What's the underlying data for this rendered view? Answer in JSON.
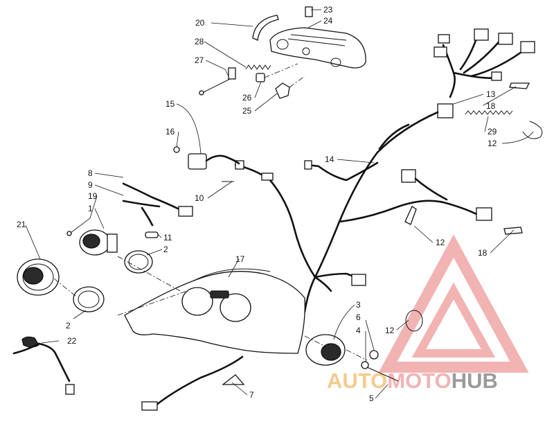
{
  "callouts": [
    {
      "id": "c20",
      "label": "20"
    },
    {
      "id": "c23",
      "label": "23"
    },
    {
      "id": "c24",
      "label": "24"
    },
    {
      "id": "c28",
      "label": "28"
    },
    {
      "id": "c27",
      "label": "27"
    },
    {
      "id": "c26",
      "label": "26"
    },
    {
      "id": "c25",
      "label": "25"
    },
    {
      "id": "c13",
      "label": "13"
    },
    {
      "id": "c18a",
      "label": "18"
    },
    {
      "id": "c29",
      "label": "29"
    },
    {
      "id": "c12a",
      "label": "12"
    },
    {
      "id": "c15",
      "label": "15"
    },
    {
      "id": "c16",
      "label": "16"
    },
    {
      "id": "c14",
      "label": "14"
    },
    {
      "id": "c10",
      "label": "10"
    },
    {
      "id": "c8",
      "label": "8"
    },
    {
      "id": "c9",
      "label": "9"
    },
    {
      "id": "c19",
      "label": "19"
    },
    {
      "id": "c1",
      "label": "1"
    },
    {
      "id": "c11",
      "label": "11"
    },
    {
      "id": "c2a",
      "label": "2"
    },
    {
      "id": "c21",
      "label": "21"
    },
    {
      "id": "c12b",
      "label": "12"
    },
    {
      "id": "c18b",
      "label": "18"
    },
    {
      "id": "c17",
      "label": "17"
    },
    {
      "id": "c3",
      "label": "3"
    },
    {
      "id": "c6",
      "label": "6"
    },
    {
      "id": "c4",
      "label": "4"
    },
    {
      "id": "c12c",
      "label": "12"
    },
    {
      "id": "c2b",
      "label": "2"
    },
    {
      "id": "c22",
      "label": "22"
    },
    {
      "id": "c5",
      "label": "5"
    },
    {
      "id": "c7",
      "label": "7"
    }
  ],
  "watermark": {
    "word1": "AUTO",
    "word2": "MOTO",
    "word3": "HUB",
    "color_primary": "#f0a6a6",
    "color_accent": "#f3c27a",
    "color_dark": "#8a8a8a"
  }
}
